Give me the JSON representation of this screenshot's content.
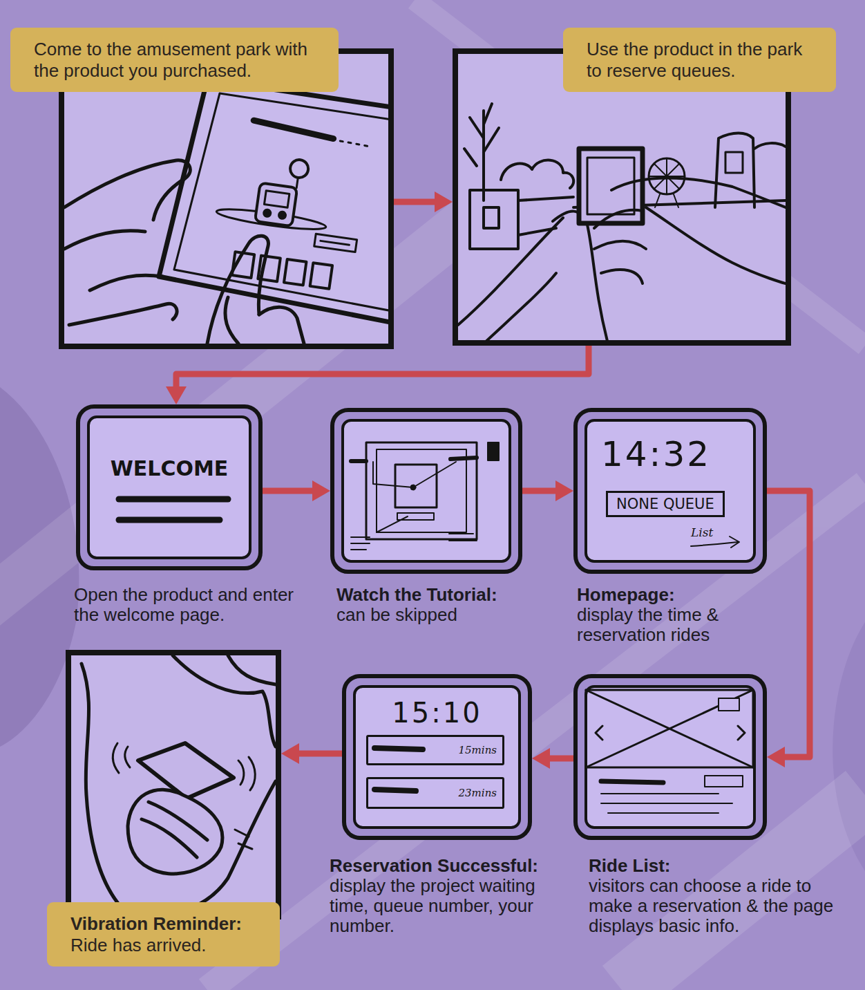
{
  "diagram": {
    "nodes": [
      {
        "text": [
          "Come to the amusement park with the product you purchased."
        ]
      },
      {
        "text": [
          "Use the product in the park to reserve queues."
        ]
      },
      {
        "text": [
          "WELCOME",
          "Open the product and enter the welcome page."
        ]
      },
      {
        "text": [
          "Watch the Tutorial:",
          "can be skipped"
        ]
      },
      {
        "text": [
          "14:32",
          "List",
          "Homepage:",
          "display the time & reservation rides"
        ]
      },
      {
        "text": [
          "NONE QUEUE"
        ],
        "in": 4
      },
      {
        "text": [
          "Ride List:",
          "visitors can choose a ride to make a reservation & the page displays basic info."
        ]
      },
      {
        "text": [
          "15:10",
          "Reservation Successful:",
          "display the project waiting time, queue number, your number."
        ]
      },
      {
        "text": [
          "15mins"
        ],
        "in": 7
      },
      {
        "text": [
          "23mins"
        ],
        "in": 7
      },
      {
        "text": [
          "Vibration Reminder:",
          "Ride has arrived."
        ]
      }
    ],
    "edges": [
      {
        "from": 0,
        "to": 1,
        "arrow": "to"
      },
      {
        "from": 1,
        "to": 2,
        "arrow": "to"
      },
      {
        "from": 2,
        "to": 3,
        "arrow": "to"
      },
      {
        "from": 3,
        "to": 4,
        "arrow": "to"
      },
      {
        "from": 4,
        "to": 6,
        "arrow": "to"
      },
      {
        "from": 6,
        "to": 7,
        "arrow": "to"
      },
      {
        "from": 7,
        "to": 10,
        "arrow": "to"
      }
    ]
  }
}
